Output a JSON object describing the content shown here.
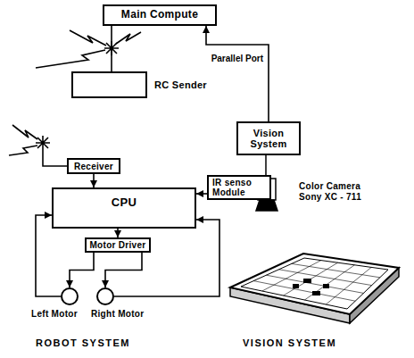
{
  "diagram": {
    "nodes": [
      {
        "text": [
          "Main Compute"
        ]
      },
      {
        "text": [
          "RC Sender"
        ]
      },
      {
        "text": [
          "Vision System"
        ]
      },
      {
        "text": [
          "Receiver"
        ]
      },
      {
        "text": [
          "IR senso Module"
        ]
      },
      {
        "text": [
          "CPU"
        ]
      },
      {
        "text": [
          "Motor Driver"
        ]
      },
      {
        "text": [
          "Left Motor"
        ]
      },
      {
        "text": [
          "Right Motor"
        ]
      }
    ],
    "edges": [
      {
        "from": 0,
        "to": 1,
        "arrow": "none"
      },
      {
        "from": 2,
        "to": 0,
        "arrow": "to",
        "label": "Parallel Port"
      },
      {
        "from": 3,
        "to": 5,
        "arrow": "to"
      },
      {
        "from": 4,
        "to": 5,
        "arrow": "to"
      },
      {
        "from": 5,
        "to": 6,
        "arrow": "to"
      },
      {
        "from": 6,
        "to": 7,
        "arrow": "to"
      },
      {
        "from": 6,
        "to": 8,
        "arrow": "to"
      },
      {
        "from": 7,
        "to": 5,
        "arrow": "to"
      },
      {
        "from": 8,
        "to": 5,
        "arrow": "to"
      }
    ],
    "labels": [
      "Color Camera Sony XC - 711",
      "ROBOT SYSTEM",
      "VISION SYSTEM"
    ]
  }
}
